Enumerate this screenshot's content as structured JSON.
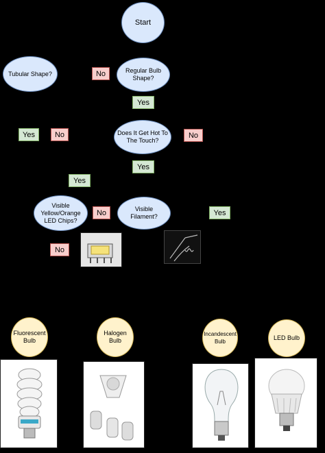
{
  "nodes": {
    "start": "Start",
    "tubular": "Tubular Shape?",
    "regular": "Regular Bulb Shape?",
    "hot": "Does It Get Hot To The Touch?",
    "led_chips": "Visible Yellow/Orange LED Chips?",
    "filament": "Visible Filament?",
    "fluorescent": "Fluorescent Bulb",
    "halogen": "Halogen Bulb",
    "incandescent": "Incandescent Bulb",
    "led": "LED Bulb"
  },
  "labels": {
    "no": "No",
    "yes": "Yes"
  },
  "colors": {
    "decision_fill": "#dae8fc",
    "leaf_fill": "#fff2cc",
    "no_fill": "#f8cecc",
    "yes_fill": "#d5e8d4"
  },
  "icons": [
    "smd-led-chip-photo",
    "filament-closeup-photo",
    "fluorescent-spiral-bulb-photo",
    "halogen-bulb-photo",
    "incandescent-bulb-photo",
    "led-bulb-photo"
  ]
}
